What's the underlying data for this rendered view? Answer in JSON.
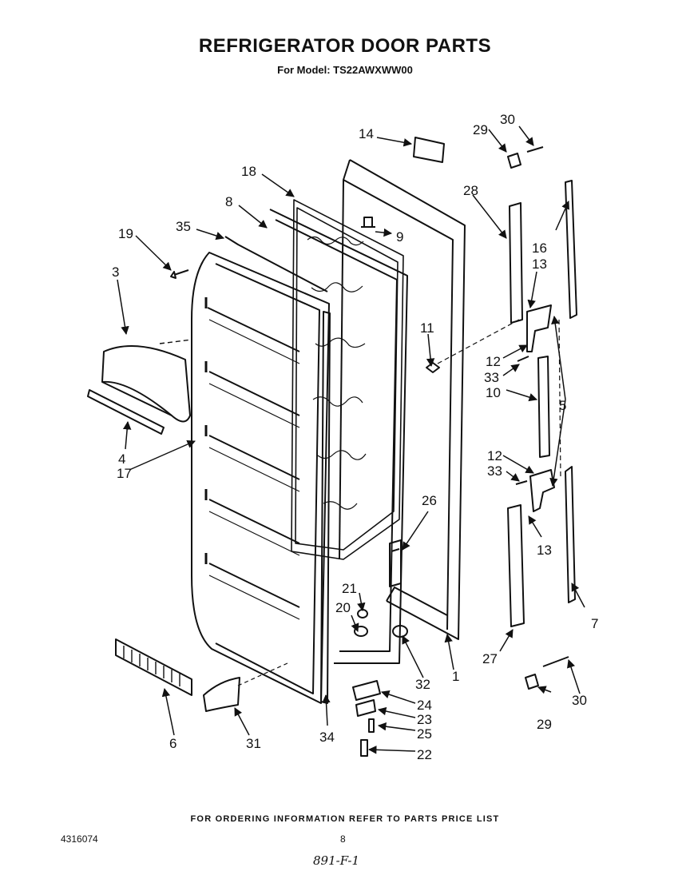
{
  "title": "REFRIGERATOR DOOR PARTS",
  "subtitle": "For Model: TS22AWXWW00",
  "callouts": {
    "c1": "1",
    "c3": "3",
    "c4": "4",
    "c5": "5",
    "c6": "6",
    "c7": "7",
    "c8": "8",
    "c9": "9",
    "c10": "10",
    "c11": "11",
    "c12a": "12",
    "c12b": "12",
    "c13a": "13",
    "c13b": "13",
    "c14": "14",
    "c16": "16",
    "c17": "17",
    "c18": "18",
    "c19": "19",
    "c20": "20",
    "c21": "21",
    "c22": "22",
    "c23": "23",
    "c24": "24",
    "c25": "25",
    "c26": "26",
    "c27": "27",
    "c28": "28",
    "c29a": "29",
    "c29b": "29",
    "c30a": "30",
    "c30b": "30",
    "c31": "31",
    "c32": "32",
    "c33a": "33",
    "c33b": "33",
    "c34": "34",
    "c35": "35"
  },
  "footer": {
    "ordering_note": "FOR ORDERING INFORMATION REFER TO PARTS PRICE LIST",
    "doc_number": "4316074",
    "page_number": "8",
    "handwritten": "891-F-1"
  }
}
